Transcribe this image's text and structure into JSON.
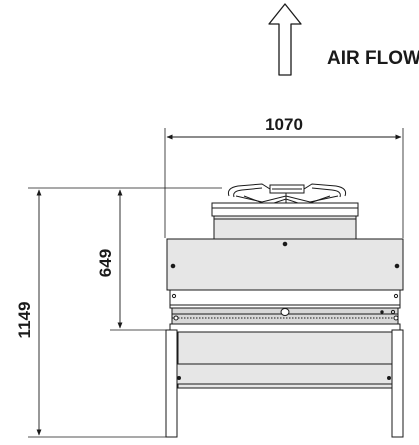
{
  "labels": {
    "air_flow": "AIR FLOW",
    "width": "1070",
    "height_total": "1149",
    "height_fan": "649"
  },
  "colors": {
    "line": "#1a1a1a",
    "panel": "#e6e6e6",
    "panel_dark": "#cfcfcf",
    "text": "#1a1a1a"
  }
}
